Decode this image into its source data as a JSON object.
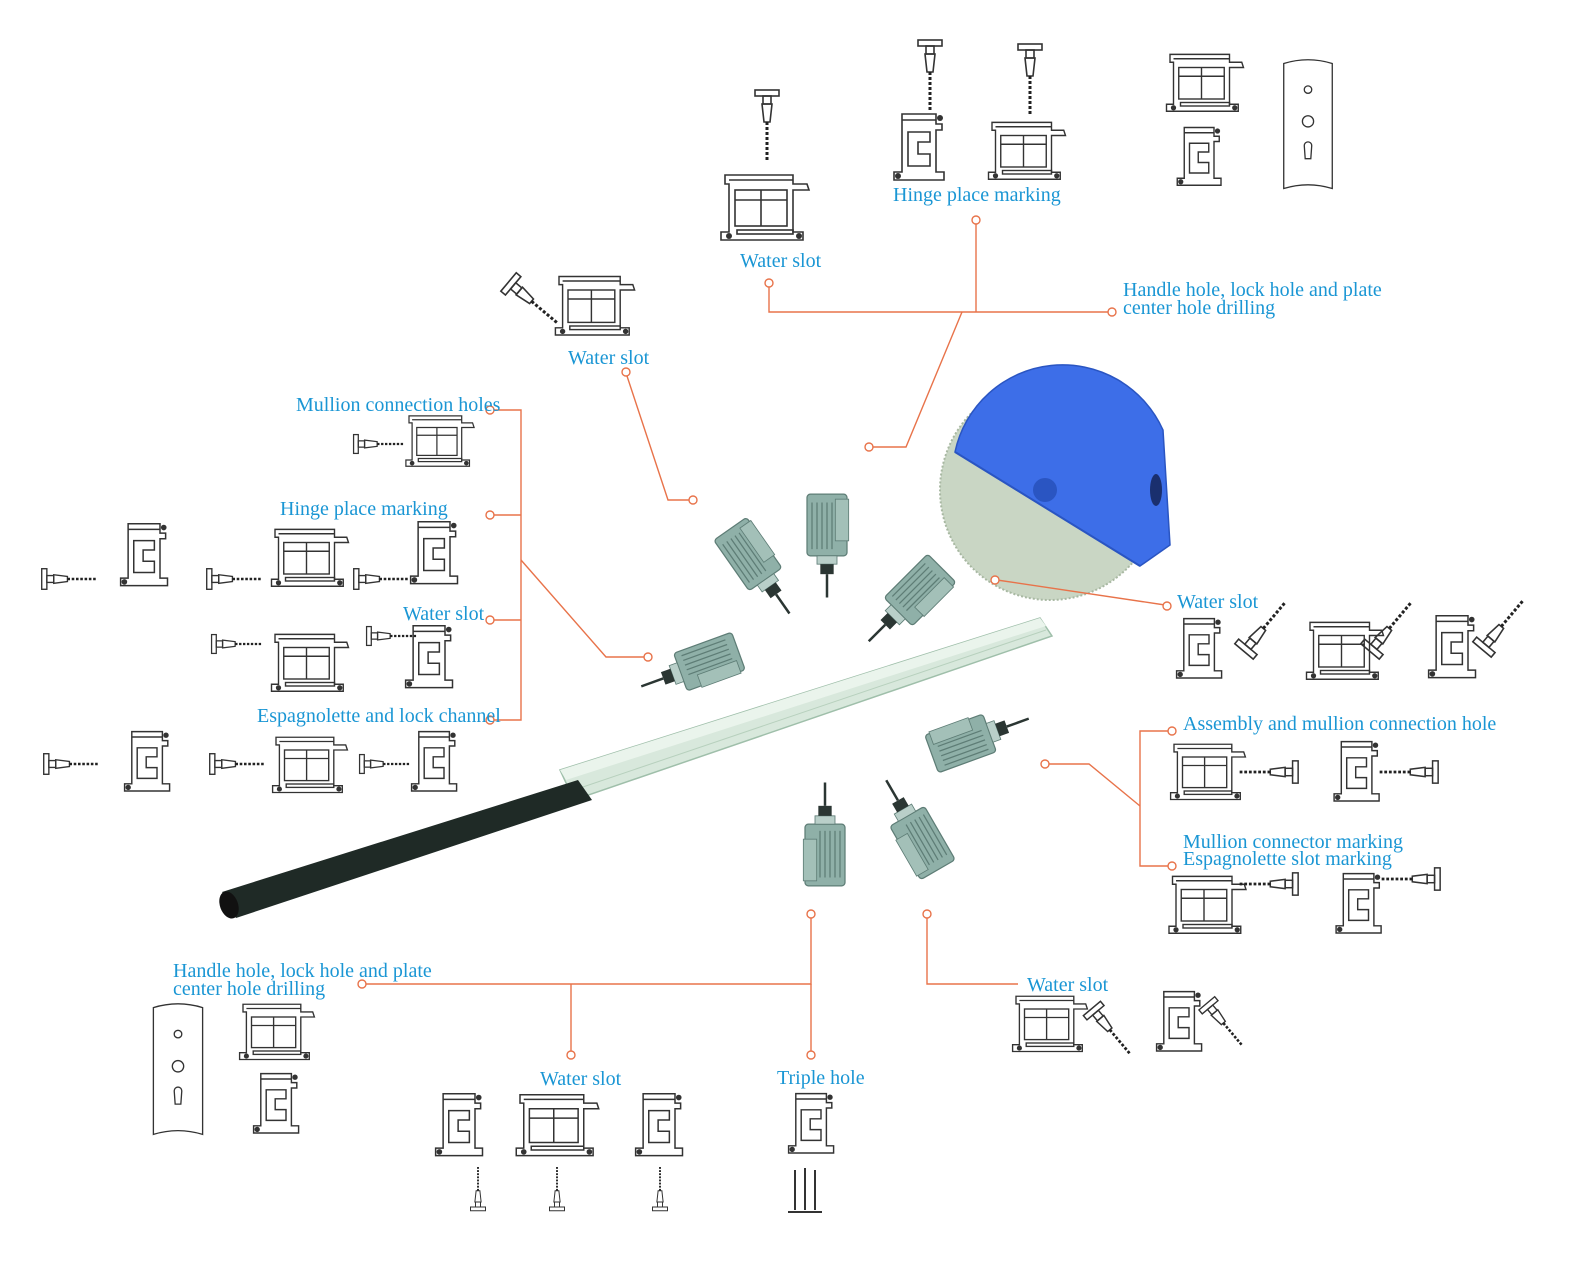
{
  "labels": {
    "water_slot_top": "Water slot",
    "hinge_top": "Hinge place marking",
    "handle_top_l1": "Handle hole, lock hole and plate",
    "handle_top_l2": "center hole drilling",
    "water_slot_upper_left": "Water slot",
    "mullion_holes": "Mullion connection holes",
    "hinge_left": "Hinge place marking",
    "water_slot_left": "Water slot",
    "espagnolette_channel": "Espagnolette and lock channel",
    "water_slot_right": "Water slot",
    "assembly_mullion": "Assembly and mullion connection hole",
    "mullion_connector": "Mullion connector marking",
    "espagnolette_slot": "Espagnolette slot marking",
    "water_slot_lower_right": "Water slot",
    "handle_bottom_l1": "Handle hole, lock hole and plate",
    "handle_bottom_l2": "center hole drilling",
    "water_slot_bottom": "Water slot",
    "triple_hole": "Triple hole"
  },
  "colors": {
    "label": "#1a96d4",
    "leader": "#e8734a",
    "motor": "#8fb0a8",
    "blade_guard": "#3d6ee8",
    "blade": "#c9d6c4",
    "profile_bar": "#d8e8dc",
    "shaft": "#1f2a26"
  }
}
